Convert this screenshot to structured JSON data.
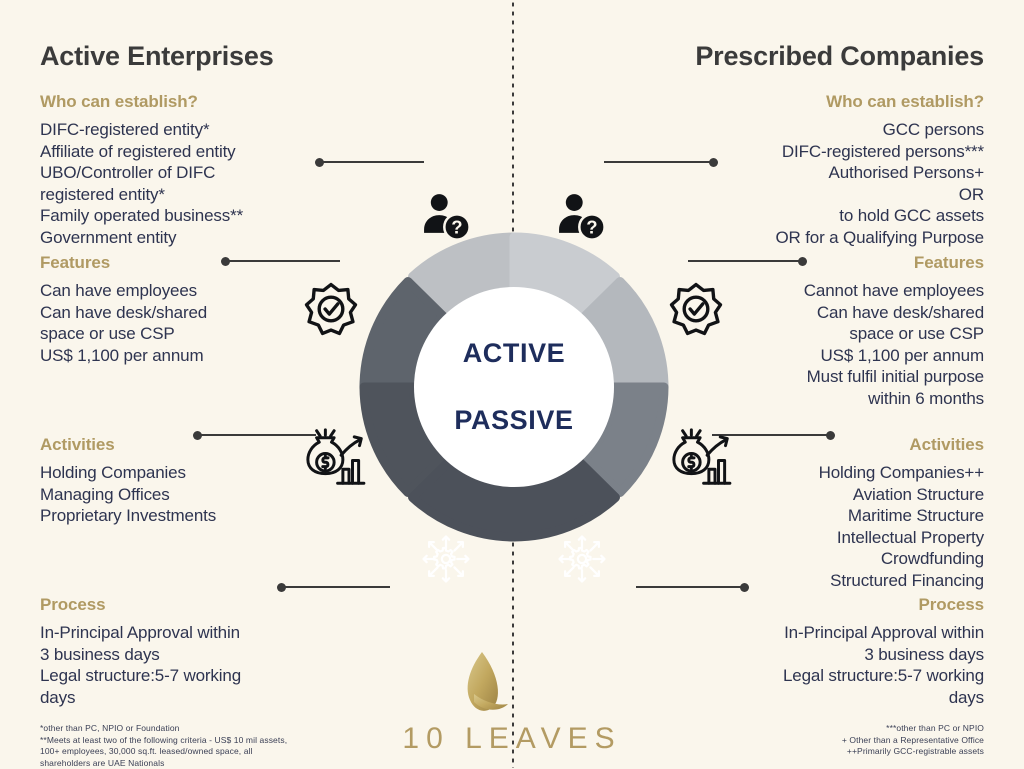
{
  "background_color": "#faf6ec",
  "accent_gold": "#b09a63",
  "text_navy": "#2e3450",
  "center": {
    "label_top": "ACTIVE",
    "label_bottom": "PASSIVE"
  },
  "left_column": {
    "title": "Active Enterprises",
    "sections": [
      {
        "heading": "Who can establish?",
        "items": [
          "DIFC-registered entity*",
          "Affiliate of registered entity",
          "UBO/Controller of DIFC",
          "registered entity*",
          "Family operated business**",
          "Government entity"
        ]
      },
      {
        "heading": "Features",
        "items": [
          "Can have employees",
          "Can have desk/shared",
          "space or use CSP",
          "US$ 1,100 per annum"
        ]
      },
      {
        "heading": "Activities",
        "items": [
          "Holding Companies",
          "Managing Offices",
          "Proprietary Investments"
        ]
      },
      {
        "heading": "Process",
        "items": [
          "In-Principal Approval within",
          "3 business days",
          "Legal structure:5-7 working",
          "days"
        ]
      }
    ],
    "footnotes": [
      "*other than PC, NPIO or Foundation",
      "**Meets at least two of the following criteria - US$ 10 mil assets, 100+ employees, 30,000 sq.ft. leased/owned space, all shareholders are UAE Nationals"
    ]
  },
  "right_column": {
    "title": "Prescribed Companies",
    "sections": [
      {
        "heading": "Who can establish?",
        "items": [
          "GCC persons",
          "DIFC-registered persons***",
          "Authorised Persons+",
          "OR",
          "to hold GCC assets",
          "OR for a Qualifying Purpose"
        ]
      },
      {
        "heading": "Features",
        "items": [
          "Cannot have employees",
          "Can have desk/shared",
          "space or use CSP",
          "US$ 1,100 per annum",
          "Must fulfil initial purpose",
          "within 6 months"
        ]
      },
      {
        "heading": "Activities",
        "items": [
          "Holding Companies++",
          "Aviation Structure",
          "Maritime Structure",
          "Intellectual Property",
          "Crowdfunding",
          "Structured Financing"
        ]
      },
      {
        "heading": "Process",
        "items": [
          "In-Principal Approval within",
          "3 business days",
          "Legal structure:5-7 working",
          "days"
        ]
      }
    ],
    "footnotes": [
      "***other than PC or NPIO",
      "+ Other than a Representative Office",
      "++Primarily GCC-registrable assets"
    ]
  },
  "segments": [
    {
      "name": "who-can-establish-left",
      "icon": "user-question-icon",
      "color": "#bdc0c4",
      "icon_color": "#111316"
    },
    {
      "name": "who-can-establish-right",
      "icon": "user-question-icon",
      "color": "#c9ccd0",
      "icon_color": "#111316"
    },
    {
      "name": "features-left",
      "icon": "badge-check-icon",
      "color": "#5e646c",
      "icon_color": "#111316"
    },
    {
      "name": "features-right",
      "icon": "badge-check-icon",
      "color": "#b4b8bd",
      "icon_color": "#111316"
    },
    {
      "name": "activities-left",
      "icon": "money-growth-icon",
      "color": "#4f545c",
      "icon_color": "#111316"
    },
    {
      "name": "activities-right",
      "icon": "money-growth-icon",
      "color": "#7b8189",
      "icon_color": "#111316"
    },
    {
      "name": "process-left",
      "icon": "gear-arrows-icon",
      "color": "#4c515a",
      "icon_color": "#ffffff"
    },
    {
      "name": "process-right",
      "icon": "gear-arrows-icon",
      "color": "#4c515a",
      "icon_color": "#ffffff"
    }
  ],
  "logo": {
    "word": "10 LEAVES",
    "icon": "leaf-icon",
    "color": "#b39b63"
  }
}
